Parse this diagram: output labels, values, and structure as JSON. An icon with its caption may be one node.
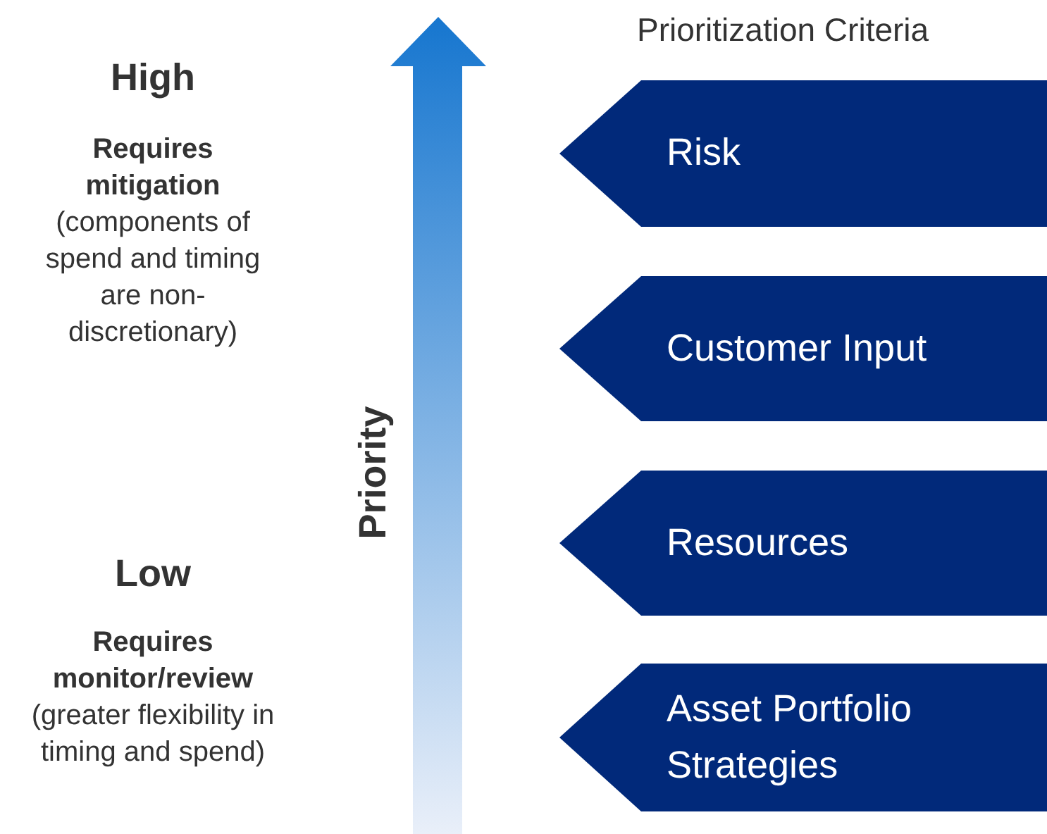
{
  "diagram": {
    "nodes": [
      {
        "text": [
          "Risk"
        ]
      },
      {
        "text": [
          "Customer Input"
        ]
      },
      {
        "text": [
          "Resources"
        ]
      },
      {
        "text": [
          "Asset Portfolio Strategies"
        ]
      }
    ],
    "labels": [
      "Prioritization Criteria",
      "High",
      "**Requires mitigation** (components of spend and timing are non-discretionary)",
      "Priority",
      "Low",
      "**Requires monitor/review** (greater flexibility in timing and spend)"
    ]
  }
}
